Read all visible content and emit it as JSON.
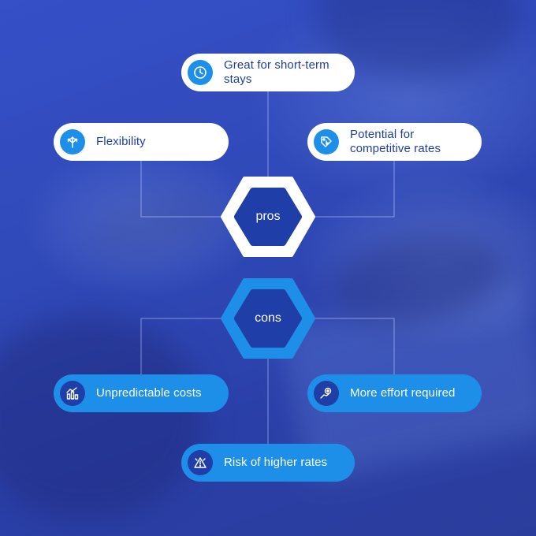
{
  "pros": {
    "label": "pros",
    "items": [
      {
        "text": "Great for short-term stays",
        "icon": "clock-icon"
      },
      {
        "text": "Flexibility",
        "icon": "directions-arrows-icon"
      },
      {
        "text": "Potential for competitive rates",
        "icon": "price-tag-down-icon"
      }
    ]
  },
  "cons": {
    "label": "cons",
    "items": [
      {
        "text": "Unpredictable costs",
        "icon": "fluctuating-chart-icon"
      },
      {
        "text": "More effort required",
        "icon": "effort-hand-icon"
      },
      {
        "text": "Risk of higher rates",
        "icon": "warning-rising-icon"
      }
    ]
  },
  "colors": {
    "background": "#3049b8",
    "pro_pill": "#ffffff",
    "con_pill": "#1e8fe8",
    "dark_blue": "#1f3ea8",
    "accent_blue": "#1e8fe8"
  }
}
